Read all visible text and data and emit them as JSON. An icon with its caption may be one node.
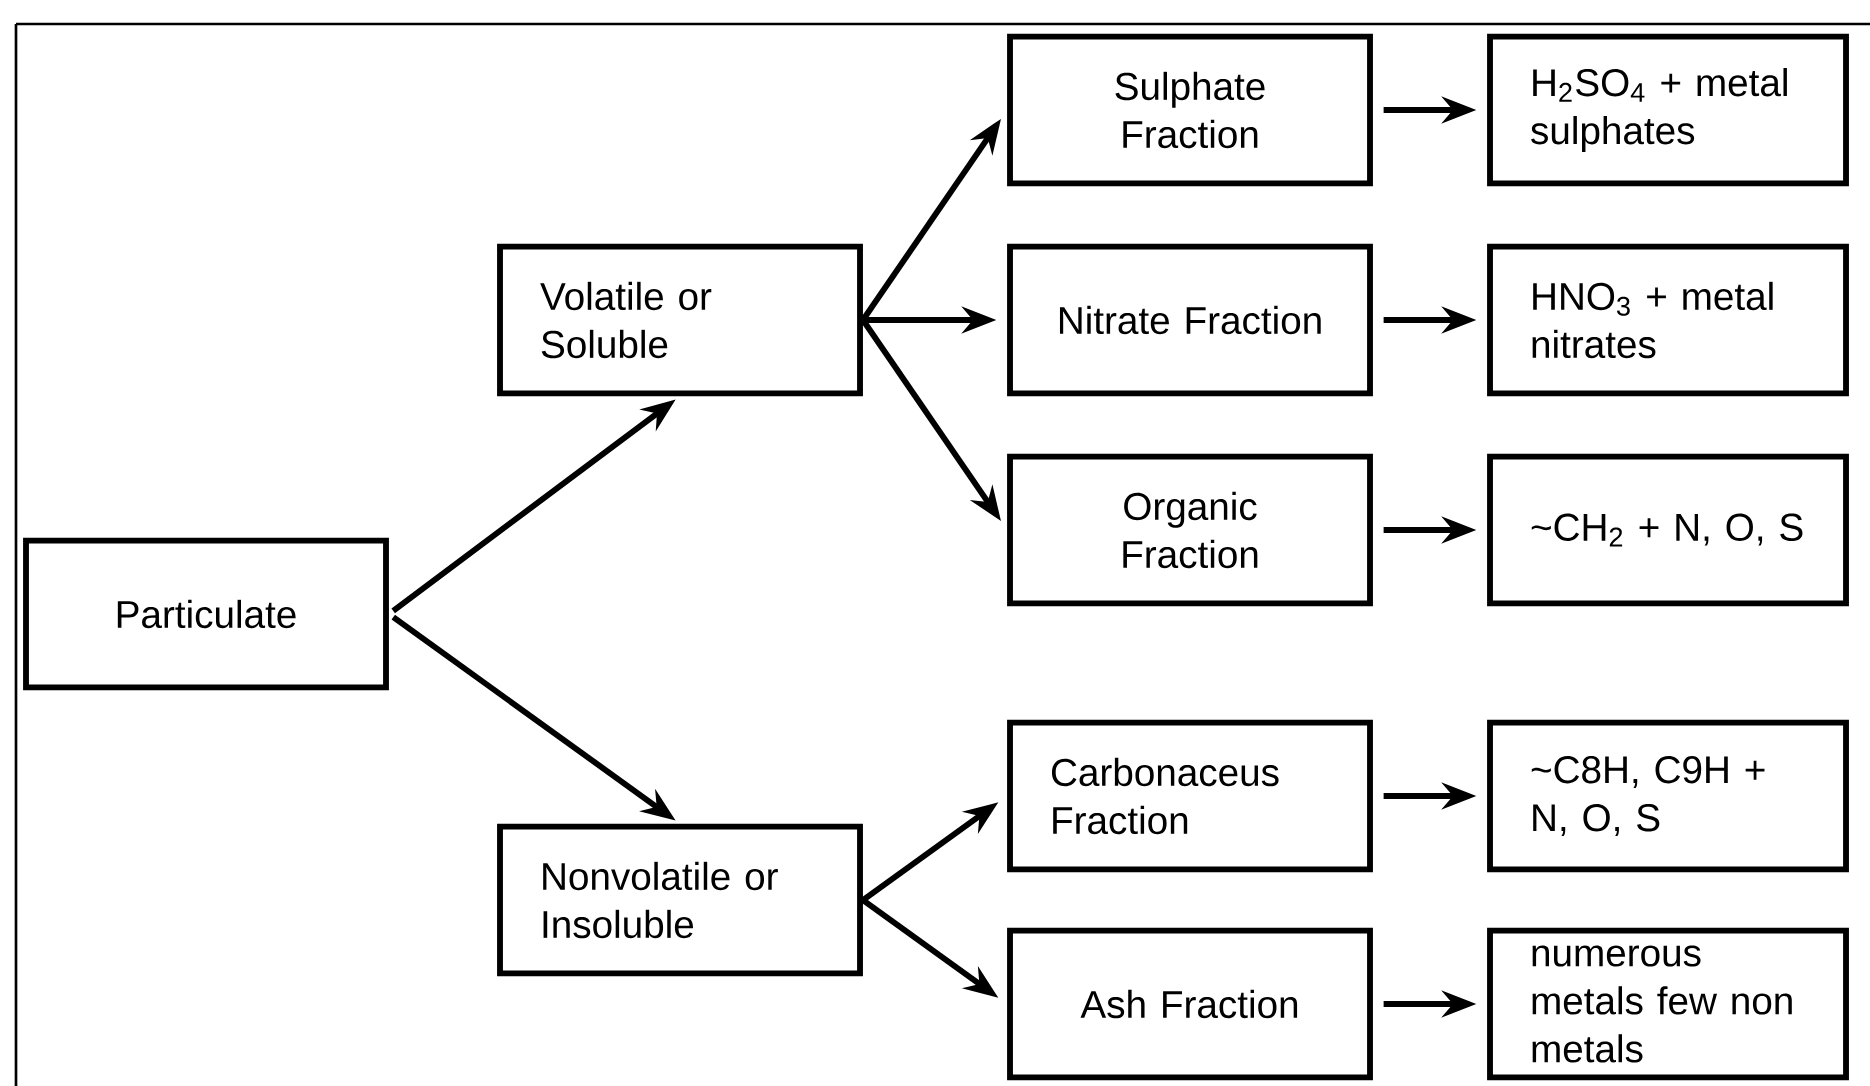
{
  "diagram": {
    "nodes": [
      {
        "text": [
          "Particulate"
        ]
      },
      {
        "text": [
          "Volatile or Soluble"
        ]
      },
      {
        "text": [
          "Nonvolatile or Insoluble"
        ]
      },
      {
        "text": [
          "Sulphate Fraction"
        ]
      },
      {
        "text": [
          "Nitrate Fraction"
        ]
      },
      {
        "text": [
          "Organic Fraction"
        ]
      },
      {
        "text": [
          "Carbonaceus Fraction"
        ]
      },
      {
        "text": [
          "Ash Fraction"
        ]
      },
      {
        "text": [
          "H$_{2}$SO$_{4}$ + metal sulphates"
        ]
      },
      {
        "text": [
          "HNO$_{3}$ + metal nitrates"
        ]
      },
      {
        "text": [
          "~CH$_{2}$ + N, O, S"
        ]
      },
      {
        "text": [
          "~C8H, C9H + N, O, S"
        ]
      },
      {
        "text": [
          "numerous metals few non metals"
        ]
      }
    ],
    "edges": [
      {
        "from": 0,
        "to": 1,
        "arrow": "to"
      },
      {
        "from": 0,
        "to": 2,
        "arrow": "to"
      },
      {
        "from": 1,
        "to": 3,
        "arrow": "to"
      },
      {
        "from": 1,
        "to": 4,
        "arrow": "to"
      },
      {
        "from": 1,
        "to": 5,
        "arrow": "to"
      },
      {
        "from": 2,
        "to": 6,
        "arrow": "to"
      },
      {
        "from": 2,
        "to": 7,
        "arrow": "to"
      },
      {
        "from": 3,
        "to": 8,
        "arrow": "to"
      },
      {
        "from": 4,
        "to": 9,
        "arrow": "to"
      },
      {
        "from": 5,
        "to": 10,
        "arrow": "to"
      },
      {
        "from": 6,
        "to": 11,
        "arrow": "to"
      },
      {
        "from": 7,
        "to": 12,
        "arrow": "to"
      }
    ]
  }
}
